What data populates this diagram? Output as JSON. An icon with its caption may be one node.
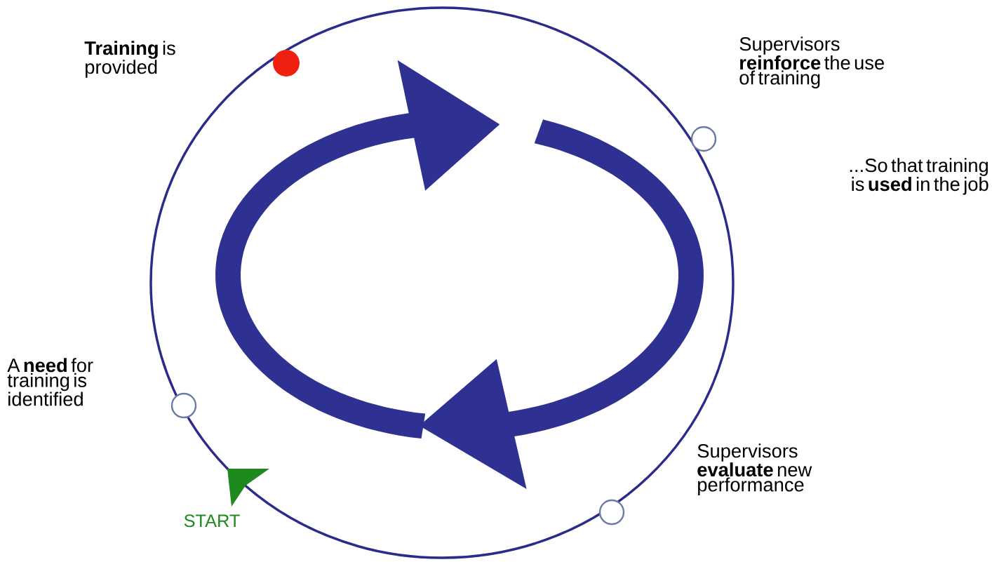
{
  "diagram": {
    "nodes": [
      {
        "text": [
          "**Training** is provided"
        ]
      },
      {
        "text": [
          "Supervisors **reinforce** the use of training"
        ]
      },
      {
        "text": [
          "Supervisors **evaluate** new performance"
        ]
      },
      {
        "text": [
          "A **need** for training is identified"
        ]
      }
    ],
    "labels": [
      "...So that training is **used** in the job",
      "START"
    ]
  }
}
